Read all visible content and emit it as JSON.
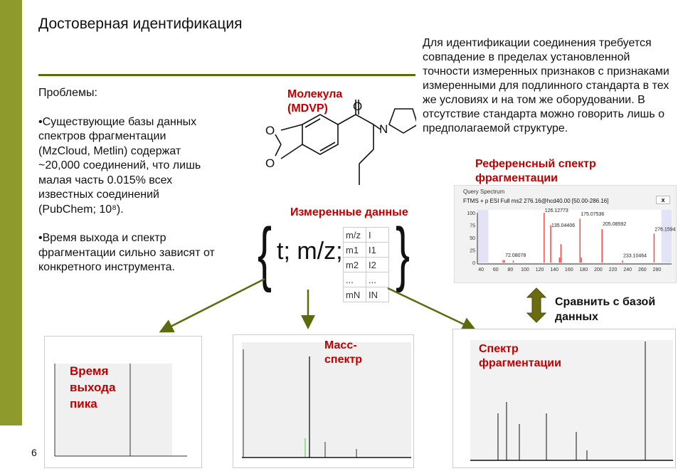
{
  "title": "Достоверная идентификация",
  "problems": {
    "heading": "Проблемы:",
    "bullet1": "•Существующие базы данных спектров фрагментации (MzCloud, Metlin) содержат ~20,000 соединений, что лишь малая часть 0.015% всех известных соединений (PubChem; 10⁸).",
    "bullet2": "•Время выхода и спектр фрагментации сильно зависят от конкретного инструмента."
  },
  "right_text": "Для идентификации соединения требуется совпадение в пределах установленной точности измеренных признаков с признаками измеренными для подлинного стандарта в тех же условиях и на том же оборудовании. В отсутствие стандарта можно говорить лишь о предполагаемой структуре.",
  "labels": {
    "molecule": "Молекула (MDVP)",
    "reference": "Референсный спектр фрагментации",
    "measured": "Измеренные данные",
    "mass": "Масс-спектр",
    "fragmentation": "Спектр фрагментации",
    "retention": "Время выхода пика",
    "compare": "Сравнить с базой данных"
  },
  "formula": {
    "open": "{",
    "text": "t; m/z;",
    "close": "}"
  },
  "mz_table": [
    [
      "m/z",
      "I"
    ],
    [
      "m1",
      "I1"
    ],
    [
      "m2",
      "I2"
    ],
    [
      "...",
      "..."
    ],
    [
      "mN",
      "IN"
    ]
  ],
  "molecule_atoms": [
    "O",
    "O",
    "O",
    "N"
  ],
  "ref_spectrum": {
    "group": "Query Spectrum",
    "header": "FTMS + p ESI Full ms2 276.16@hcd40.00 [50.00-286.16]",
    "close": "x",
    "yticks": [
      "100",
      "75",
      "50",
      "25",
      "0"
    ],
    "xticks": [
      "40",
      "60",
      "80",
      "100",
      "120",
      "140",
      "160",
      "180",
      "200",
      "220",
      "240",
      "260",
      "280"
    ],
    "peaks": [
      [
        70,
        5
      ],
      [
        72.08,
        5
      ],
      [
        84,
        4
      ],
      [
        126.13,
        100
      ],
      [
        135.04,
        75
      ],
      [
        147,
        10
      ],
      [
        149,
        37
      ],
      [
        175.08,
        88
      ],
      [
        177,
        10
      ],
      [
        205.09,
        67
      ],
      [
        233.1,
        4
      ],
      [
        276.16,
        58
      ]
    ],
    "peak_labels": [
      [
        "72.08078",
        72,
        10
      ],
      [
        "126.12773",
        126,
        100
      ],
      [
        "175.07536",
        175,
        93
      ],
      [
        "135.04406",
        135,
        70
      ],
      [
        "205.08592",
        205,
        73
      ],
      [
        "233.10464",
        233,
        9
      ],
      [
        "276.15942",
        276,
        62
      ]
    ]
  },
  "slide_number": "6"
}
